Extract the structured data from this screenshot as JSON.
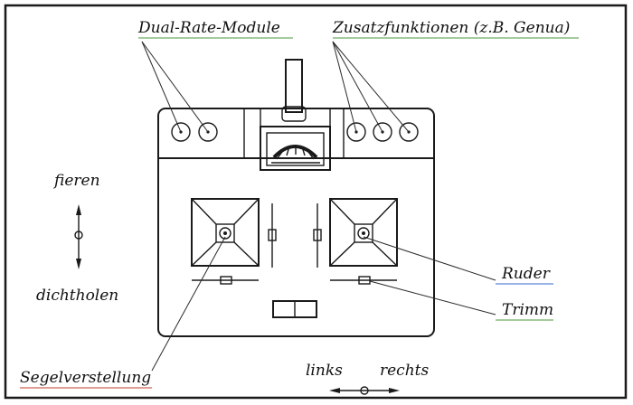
{
  "labels": {
    "dual_rate": "Dual-Rate-Module",
    "zusatz": "Zusatzfunktionen (z.B. Genua)",
    "fieren": "fieren",
    "dichtholen": "dichtholen",
    "ruder": "Ruder",
    "trimm": "Trimm",
    "segelverstellung": "Segelverstellung",
    "links": "links",
    "rechts": "rechts"
  },
  "colors": {
    "line": "#1a1a1a",
    "underline_green": "#4a9a3a",
    "underline_red": "#c0392b",
    "underline_blue": "#3366cc"
  }
}
